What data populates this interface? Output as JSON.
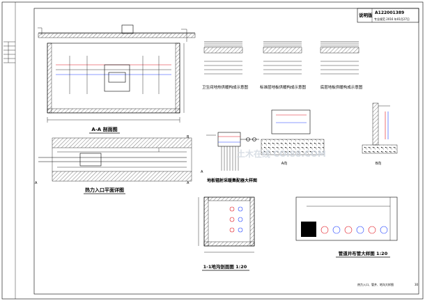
{
  "title_block": {
    "label": "说明版",
    "drawing_code": "A122001389",
    "sub_code": "专业规范 2016 年01月27日"
  },
  "views": {
    "aa_section": "A-A 剖面图",
    "entry_plan": "热力入口平面详图",
    "floor_detail_1": "卫生间地热供暖构成示意图",
    "floor_detail_2": "标准层地板供暖构成示意图",
    "floor_detail_3": "底层地板供暖构成示意图",
    "manifold": "地板辐射采暖集配器大样图",
    "view_a": "A向",
    "view_b": "B向",
    "pit_section": "1-1地沟剖面图 1:20",
    "well_layout": "管道井布管大样图 1:20"
  },
  "markers": {
    "a": "A",
    "b": "B"
  },
  "footer_note": "热力入口、管井、地沟大样图",
  "sheet_number": "30",
  "watermark": "土木在线 COI88.COM",
  "colors": {
    "line": "#000000",
    "pipe_supply": "#e0101a",
    "pipe_return": "#1a3cff",
    "watermark": "#cfd6df"
  }
}
